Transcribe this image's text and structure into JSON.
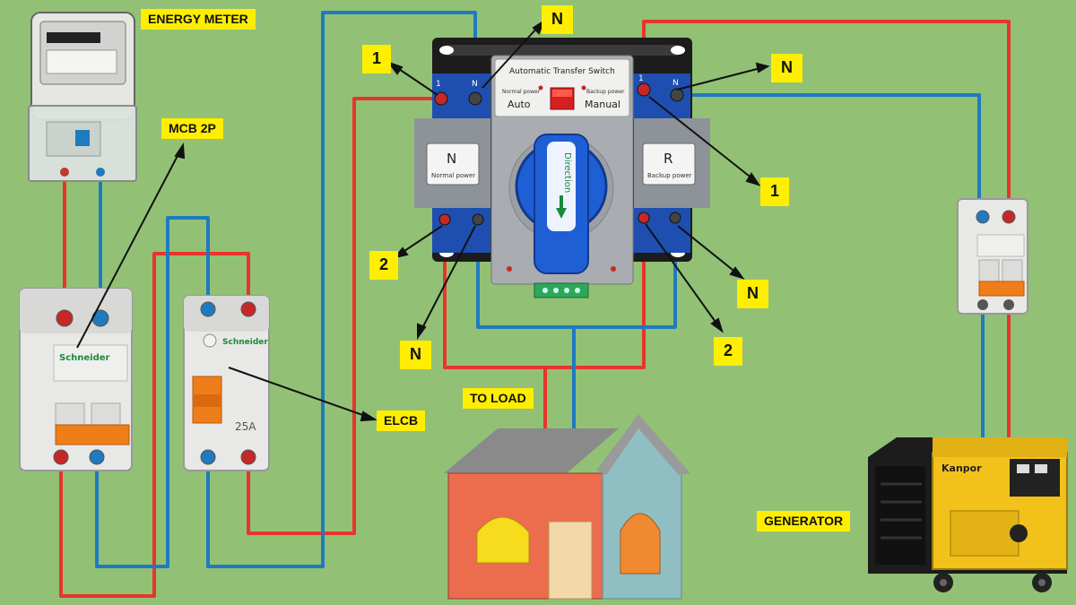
{
  "labels": {
    "energy_meter": "ENERGY METER",
    "mcb_2p": "MCB 2P",
    "elcb": "ELCB",
    "to_load": "TO LOAD",
    "generator": "GENERATOR",
    "n_top": "N",
    "n_top_right": "N",
    "n_bottom_left": "N",
    "n_bottom_right": "N",
    "one_left": "1",
    "one_right": "1",
    "two_left": "2",
    "two_right": "2"
  },
  "ats": {
    "title": "Automatic Transfer Switch",
    "normal_power": "Normal power",
    "backup_power": "Backup power",
    "auto": "Auto",
    "manual": "Manual",
    "left_letter": "N",
    "left_sub": "Normal power",
    "right_letter": "R",
    "right_sub": "Backup power",
    "direction": "Direction",
    "term_1": "1",
    "term_n": "N"
  },
  "devices": {
    "brand": "Schneider",
    "elcb_rating": "25A",
    "generator_brand": "Kanpor"
  },
  "colors": {
    "background": "#92c176",
    "live_wire": "#e8352b",
    "neutral_wire": "#1f7ac0",
    "label_bg": "#ffee00",
    "knob": "#1f5fd6",
    "generator_body": "#f2c21b"
  }
}
